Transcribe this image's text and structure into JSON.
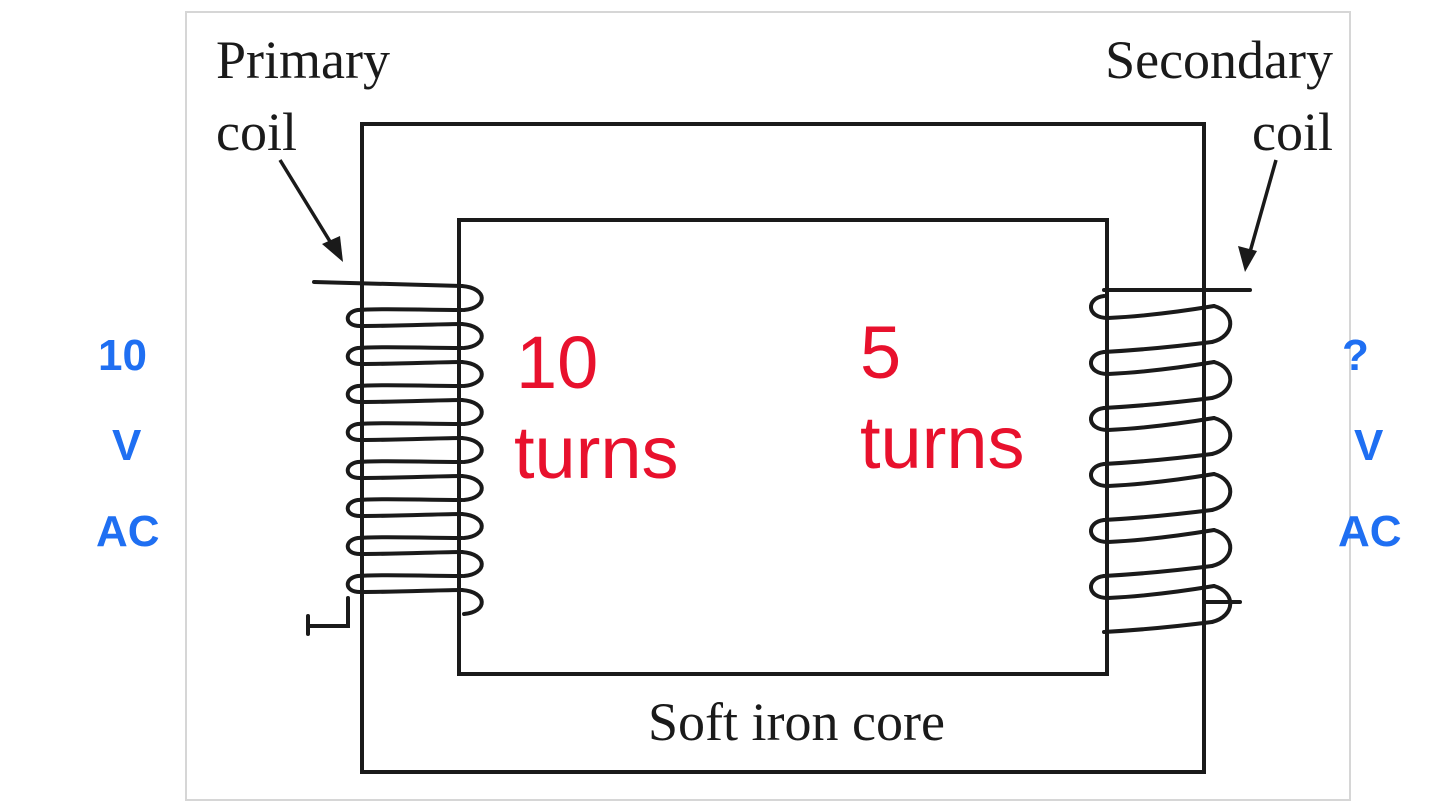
{
  "labels": {
    "primary_line1": "Primary",
    "primary_line2": "coil",
    "secondary_line1": "Secondary",
    "secondary_line2": "coil",
    "core": "Soft iron core"
  },
  "primary": {
    "turns_value": "10",
    "turns_unit": "turns",
    "voltage_value": "10",
    "voltage_unit": "V",
    "voltage_type": "AC"
  },
  "secondary": {
    "turns_value": "5",
    "turns_unit": "turns",
    "voltage_value": "?",
    "voltage_unit": "V",
    "voltage_type": "AC"
  },
  "colors": {
    "turns_text": "#e8112d",
    "voltage_text": "#1f6ff2",
    "line": "#1a1a1a"
  }
}
